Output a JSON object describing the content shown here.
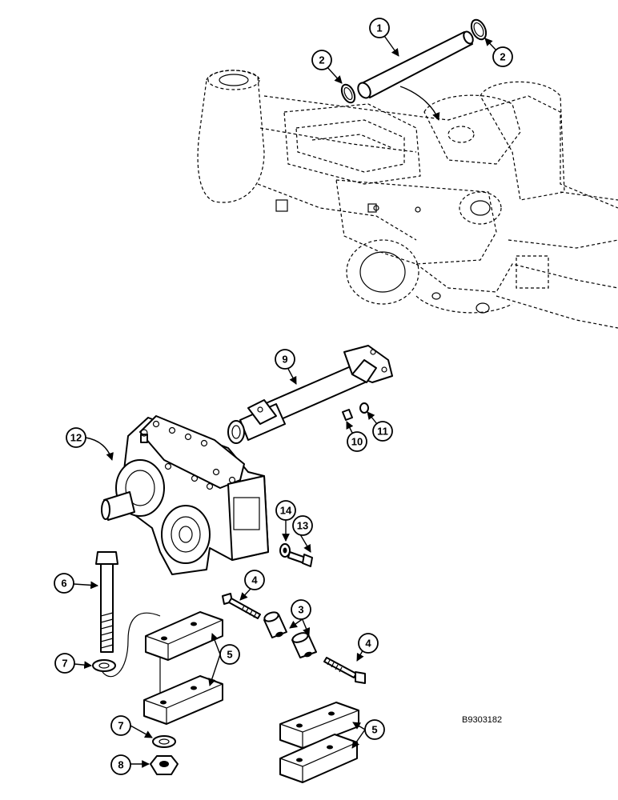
{
  "figure_code": "B9303182",
  "callouts": [
    "1",
    "2",
    "2",
    "9",
    "10",
    "11",
    "12",
    "13",
    "14",
    "6",
    "4",
    "3",
    "4",
    "5",
    "7",
    "7",
    "8",
    "5"
  ]
}
